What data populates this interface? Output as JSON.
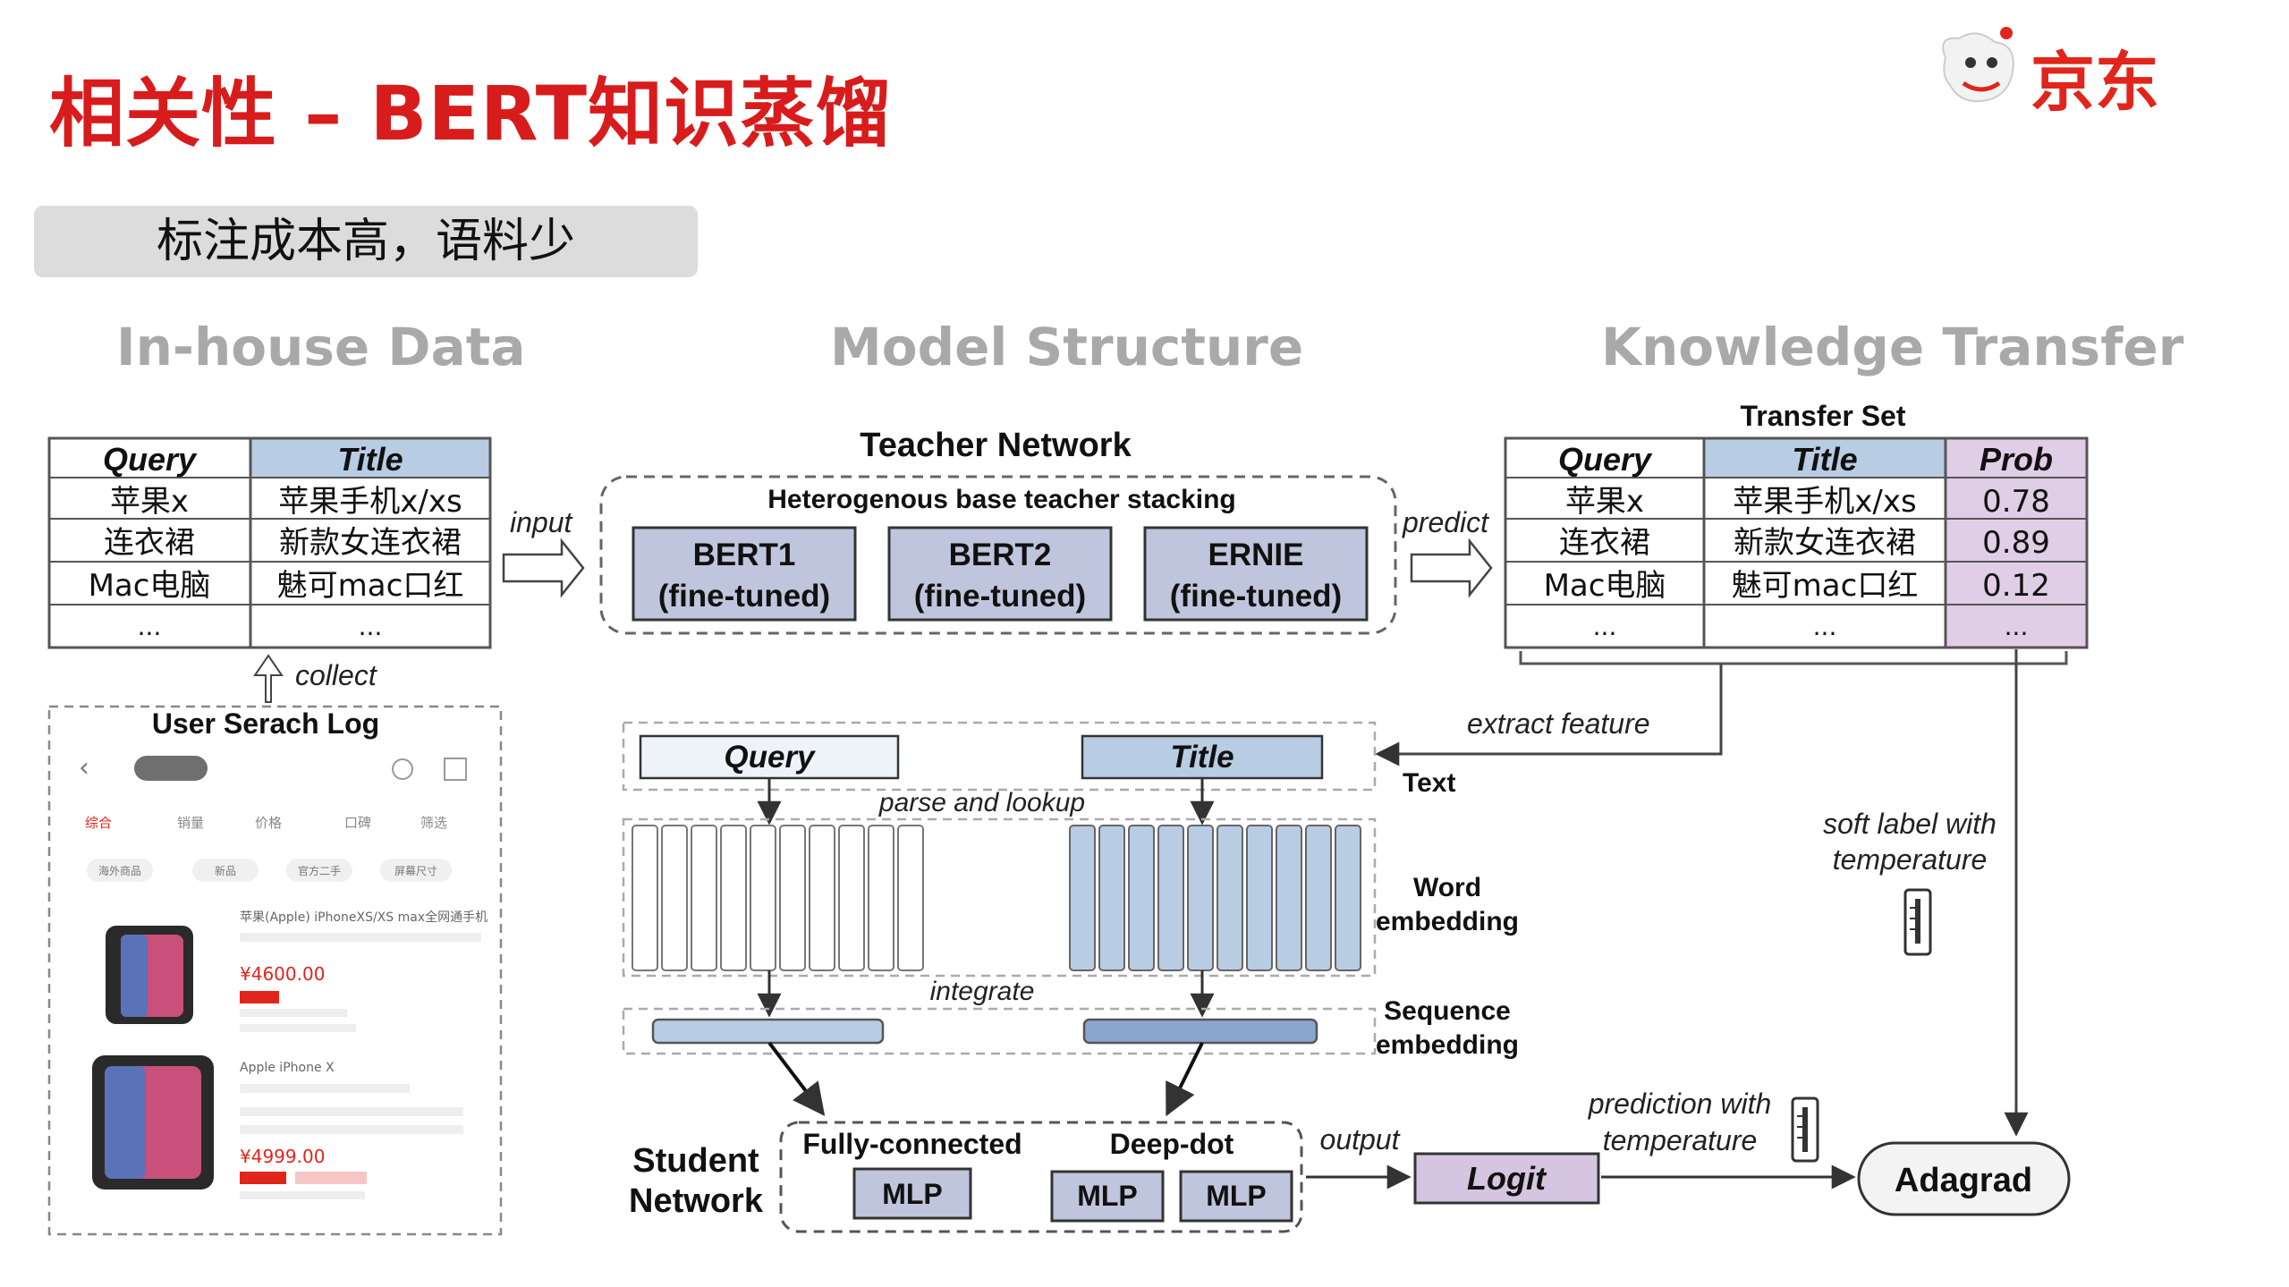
{
  "slide": {
    "title": "相关性 – BERT知识蒸馏",
    "subtitle": "标注成本高，语料少"
  },
  "logo": {
    "text": "京东",
    "icon": "jd-mascot-dog-icon"
  },
  "sections": {
    "in_house": "In-house Data",
    "model": "Model Structure",
    "transfer": "Knowledge Transfer"
  },
  "in_house_table": {
    "headers": [
      "Query",
      "Title"
    ],
    "rows": [
      [
        "苹果x",
        "苹果手机x/xs"
      ],
      [
        "连衣裙",
        "新款女连衣裙"
      ],
      [
        "Mac电脑",
        "魅可mac口红"
      ],
      [
        "...",
        "..."
      ]
    ]
  },
  "labels": {
    "collect": "collect",
    "input": "input",
    "predict": "predict",
    "extract_feature": "extract feature",
    "text": "Text",
    "parse_lookup": "parse and lookup",
    "word_embedding": [
      "Word",
      "embedding"
    ],
    "integrate": "integrate",
    "sequence_embedding": [
      "Sequence",
      "embedding"
    ],
    "soft_label": [
      "soft label with",
      "temperature"
    ],
    "output": "output",
    "prediction_temp": [
      "prediction with",
      "temperature"
    ]
  },
  "search_log": {
    "title": "User Serach Log",
    "tabs": [
      "综合",
      "销量",
      "价格",
      "口碑",
      "筛选"
    ],
    "filters": [
      "海外商品",
      "新品",
      "官方二手",
      "屏幕尺寸"
    ],
    "products": [
      {
        "name": "苹果(Apple) iPhoneXS/XS max全网通手机",
        "price": "¥4600.00"
      },
      {
        "name": "Apple iPhone X",
        "price": "¥4999.00"
      }
    ]
  },
  "teacher": {
    "title": "Teacher Network",
    "subtitle": "Heterogenous base teacher stacking",
    "models": [
      {
        "name": "BERT1",
        "note": "(fine-tuned)"
      },
      {
        "name": "BERT2",
        "note": "(fine-tuned)"
      },
      {
        "name": "ERNIE",
        "note": "(fine-tuned)"
      }
    ]
  },
  "transfer_table": {
    "caption": "Transfer Set",
    "headers": [
      "Query",
      "Title",
      "Prob"
    ],
    "rows": [
      [
        "苹果x",
        "苹果手机x/xs",
        "0.78"
      ],
      [
        "连衣裙",
        "新款女连衣裙",
        "0.89"
      ],
      [
        "Mac电脑",
        "魅可mac口红",
        "0.12"
      ],
      [
        "...",
        "...",
        "..."
      ]
    ]
  },
  "student": {
    "label": [
      "Student",
      "Network"
    ],
    "query_box": "Query",
    "title_box": "Title",
    "fc_label": "Fully-connected",
    "deepdot_label": "Deep-dot",
    "mlp": "MLP",
    "logit": "Logit",
    "adagrad": "Adagrad"
  },
  "colors": {
    "title_red": "#d81c1c",
    "teacher_box": "#bfc5dc",
    "title_blue": "#b8cce4",
    "prob_purple": "#e0cde6",
    "logit_purple": "#d5c5e0",
    "query_fill": "#eef3fa"
  }
}
